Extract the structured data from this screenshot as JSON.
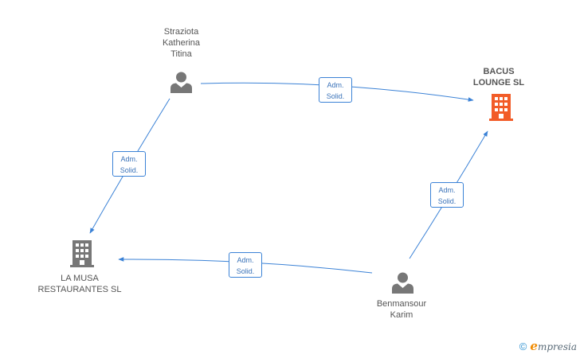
{
  "nodes": {
    "straziota": {
      "lines": [
        "Straziota",
        "Katherina",
        "Titina"
      ],
      "kind": "person",
      "color": "#777777"
    },
    "bacus": {
      "lines": [
        "BACUS",
        "LOUNGE SL"
      ],
      "kind": "company",
      "color": "#f25c28"
    },
    "la_musa": {
      "lines": [
        "LA MUSA",
        "RESTAURANTES SL"
      ],
      "kind": "company",
      "color": "#777777"
    },
    "benmansour": {
      "lines": [
        "Benmansour",
        "Karim"
      ],
      "kind": "person",
      "color": "#777777"
    }
  },
  "edges": [
    {
      "from": "straziota",
      "to": "bacus",
      "label": [
        "Adm.",
        "Solid."
      ]
    },
    {
      "from": "straziota",
      "to": "la_musa",
      "label": [
        "Adm.",
        "Solid."
      ]
    },
    {
      "from": "benmansour",
      "to": "bacus",
      "label": [
        "Adm.",
        "Solid."
      ]
    },
    {
      "from": "benmansour",
      "to": "la_musa",
      "label": [
        "Adm.",
        "Solid."
      ]
    }
  ],
  "footer": {
    "copyright": "©",
    "brand_e": "e",
    "brand_rest": "mpresia"
  },
  "colors": {
    "edge": "#3b82d6",
    "label_text": "#3b73b9"
  }
}
